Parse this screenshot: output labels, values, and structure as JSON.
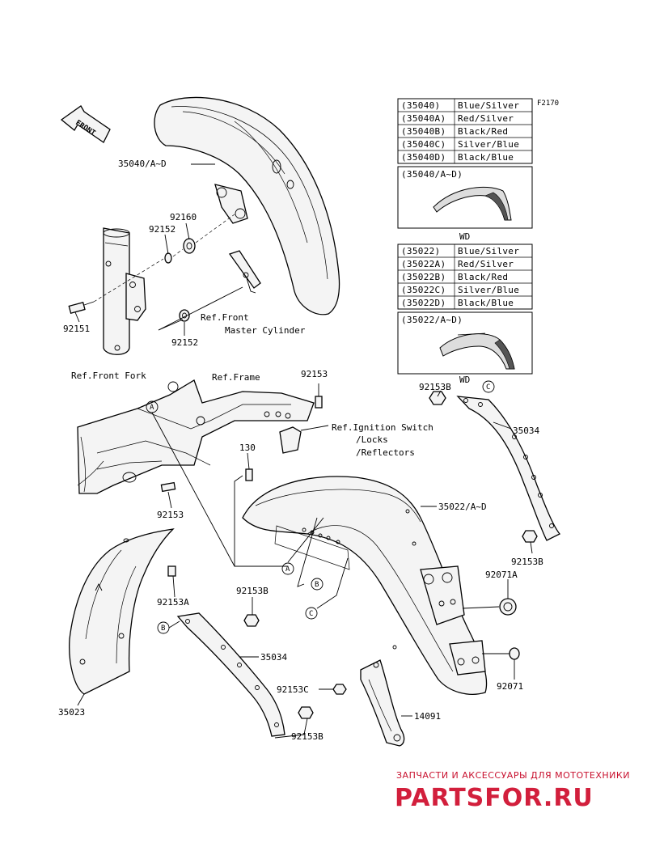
{
  "figure_code": "F2170",
  "front_indicator": "FRONT",
  "callouts": {
    "c35040": "35040/A~D",
    "c92160": "92160",
    "c92152a": "92152",
    "c92152b": "92152",
    "c92151": "92151",
    "ref_master_1": "Ref.Front",
    "ref_master_2": "Master Cylinder",
    "ref_fork": "Ref.Front Fork",
    "ref_frame": "Ref.Frame",
    "c92153a": "92153",
    "c92153b": "92153",
    "ref_ign_1": "Ref.Ignition Switch",
    "ref_ign_2": "/Locks",
    "ref_ign_3": "/Reflectors",
    "c130": "130",
    "c35022": "35022/A~D",
    "c92153B_top": "92153B",
    "wd_top": "WD",
    "c35034_right": "35034",
    "c92153B_right": "92153B",
    "c92071A": "92071A",
    "c92071": "92071",
    "c92153A": "92153A",
    "c92153B_mid": "92153B",
    "c35034_left": "35034",
    "c92153C": "92153C",
    "c14091": "14091",
    "c35023": "35023",
    "c92153B_bottom": "92153B"
  },
  "markers": {
    "A": "A",
    "B": "B",
    "C": "C"
  },
  "table1": {
    "rows": [
      {
        "code": "(35040)",
        "color": "Blue/Silver"
      },
      {
        "code": "(35040A)",
        "color": "Red/Silver"
      },
      {
        "code": "(35040B)",
        "color": "Black/Red"
      },
      {
        "code": "(35040C)",
        "color": "Silver/Blue"
      },
      {
        "code": "(35040D)",
        "color": "Black/Blue"
      }
    ],
    "detail_label": "(35040/A~D)"
  },
  "wd_label": "WD",
  "table2": {
    "rows": [
      {
        "code": "(35022)",
        "color": "Blue/Silver"
      },
      {
        "code": "(35022A)",
        "color": "Red/Silver"
      },
      {
        "code": "(35022B)",
        "color": "Black/Red"
      },
      {
        "code": "(35022C)",
        "color": "Silver/Blue"
      },
      {
        "code": "(35022D)",
        "color": "Black/Blue"
      }
    ],
    "detail_label": "(35022/A~D)"
  },
  "watermark": {
    "line1": "ЗАПЧАСТИ И АКСЕССУАРЫ ДЛЯ МОТОТЕХНИКИ",
    "line2": "PARTSFOR.RU"
  }
}
